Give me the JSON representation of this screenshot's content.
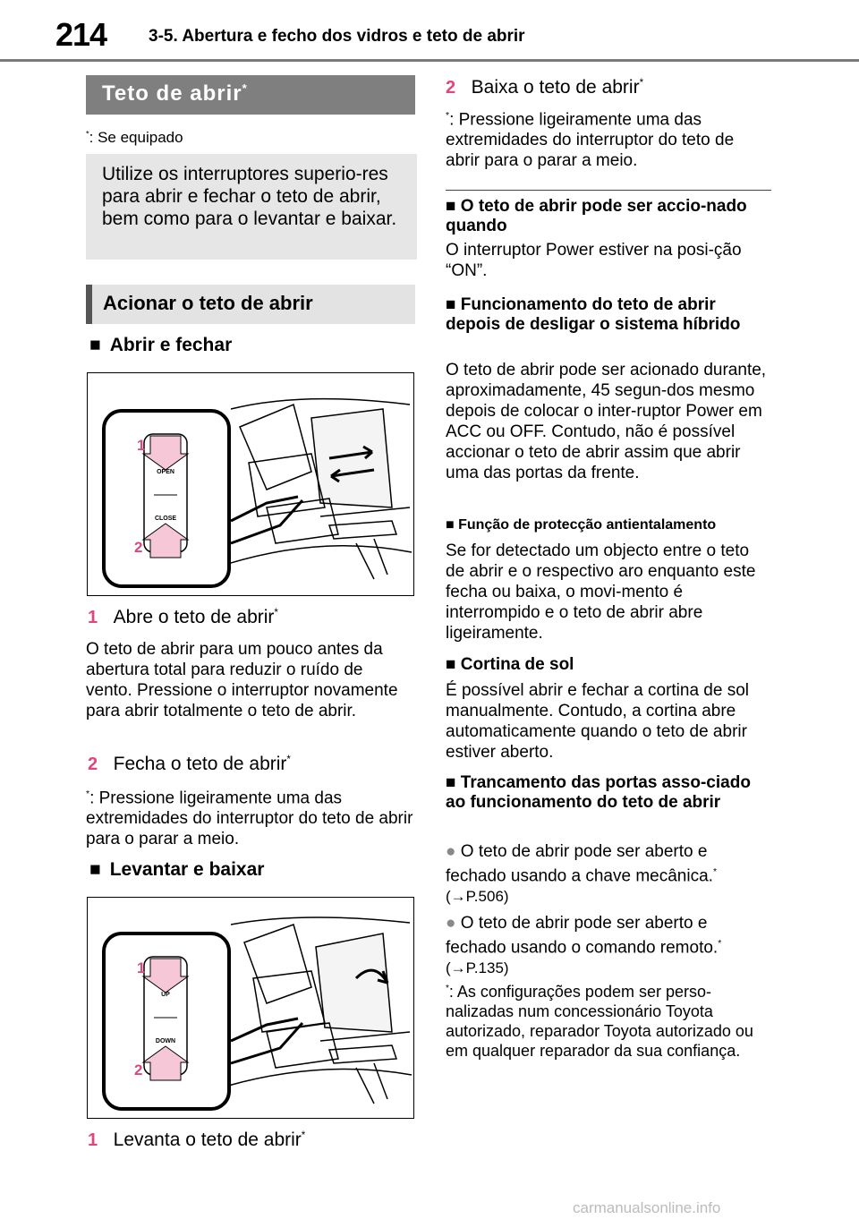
{
  "header": {
    "page_number": "214",
    "chapter": "3-5. Abertura e fecho dos vidros e teto de abrir"
  },
  "left": {
    "title": "Teto de abrir",
    "title_star": "*",
    "equip_star": "*",
    "equip_note": ": Se equipado",
    "summary": "Utilize os interruptores superio-res para abrir e fechar o teto de abrir, bem como para o levantar e baixar.",
    "section": "Acionar o teto de abrir",
    "sub1": "Abrir e fechar",
    "fig1": {
      "num1": "1",
      "num2": "2",
      "label_top": "OPEN",
      "label_bottom": "CLOSE"
    },
    "step1_num": "1",
    "step1_text": "Abre o teto de abrir",
    "step1_star": "*",
    "step1_desc": "O teto de abrir para um pouco antes da abertura total para reduzir o ruído de vento. Pressione o interruptor novamente para abrir totalmente o teto de abrir.",
    "step2_num": "2",
    "step2_text": "Fecha o teto de abrir",
    "step2_star": "*",
    "step2_note_star": "*",
    "step2_note": ": Pressione ligeiramente uma das extremidades do interruptor do teto de abrir para o parar a meio.",
    "sub2": "Levantar e baixar",
    "fig2": {
      "num1": "1",
      "num2": "2",
      "label_top": "UP",
      "label_bottom": "DOWN"
    },
    "step3_num": "1",
    "step3_text": "Levanta o teto de abrir",
    "step3_star": "*"
  },
  "right": {
    "step4_num": "2",
    "step4_text": "Baixa o teto de abrir",
    "step4_star": "*",
    "step4_note_star": "*",
    "step4_note": ": Pressione ligeiramente uma das extremidades do interruptor do teto de abrir para o parar a meio.",
    "h1": "O teto de abrir pode ser accio-nado quando",
    "p1": "O interruptor Power estiver na posi-ção “ON”.",
    "h2": "Funcionamento do teto de abrir depois de desligar o sistema híbrido",
    "p2": "O teto de abrir pode ser acionado durante, aproximadamente, 45 segun-dos mesmo depois de colocar o inter-ruptor Power em ACC ou OFF. Contudo, não é possível accionar o teto de abrir assim que abrir uma das portas da frente.",
    "h3": "Função de protecção antientalamento",
    "p3": "Se for detectado um objecto entre o teto de abrir e o respectivo aro enquanto este fecha ou baixa, o movi-mento é interrompido e o teto de abrir abre ligeiramente.",
    "h4": "Cortina de sol",
    "p4": "É possível abrir e fechar a cortina de sol manualmente. Contudo, a cortina abre automaticamente quando o teto de abrir estiver aberto.",
    "h5": "Trancamento das portas asso-ciado ao funcionamento do teto de abrir",
    "b1": "O teto de abrir pode ser aberto e fechado usando a chave mecânica.",
    "b1_star": "*",
    "b1_ref": "(→P.506)",
    "b2": "O teto de abrir pode ser aberto e fechado usando o comando remoto.",
    "b2_star": "*",
    "b2_ref": "(→P.135)",
    "final_star": "*",
    "final_note": ": As configurações podem ser perso-nalizadas num concessionário Toyota autorizado, reparador Toyota autorizado ou em qualquer reparador da sua confiança."
  },
  "watermark": "carmanualsonline.info",
  "colors": {
    "accent": "#e0457b",
    "header_bar": "#7f7f7f",
    "box": "#e6e6e6"
  }
}
